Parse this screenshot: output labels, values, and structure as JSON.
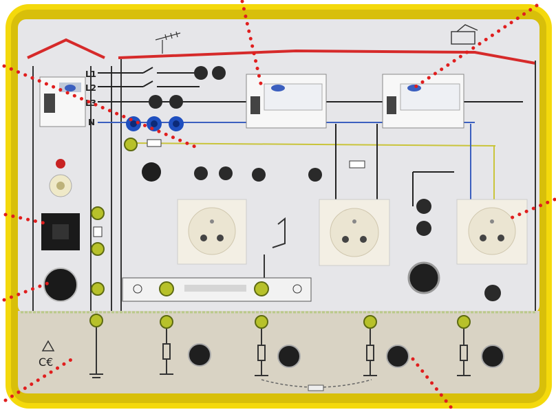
{
  "photo": {
    "frame_color": "#f4d90c",
    "panel_color": "#e6e6e9",
    "lower_panel_color": "#d9d3c4",
    "roof_color": "#d62a2a",
    "callout_color": "#e01e1e"
  },
  "labels": {
    "phase_l1": "L1",
    "phase_l2": "L2",
    "phase_l3": "L3",
    "neutral": "N",
    "ce_mark": "C€"
  }
}
